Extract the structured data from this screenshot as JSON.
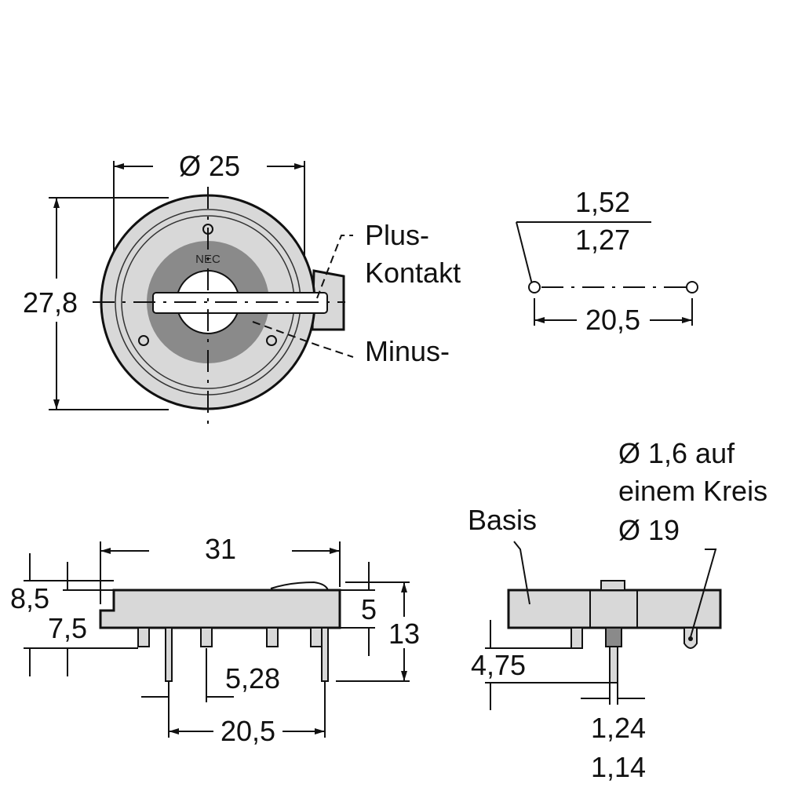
{
  "top_view": {
    "diameter": "Ø 25",
    "height": "27,8",
    "brand": "NEC",
    "plus_label_1": "Plus-",
    "plus_label_2": "Kontakt",
    "minus_label": "Minus-"
  },
  "pin_detail": {
    "tol_upper": "1,52",
    "tol_lower": "1,27",
    "spacing": "20,5"
  },
  "side_view": {
    "width": "31",
    "dim_8_5": "8,5",
    "dim_7_5": "7,5",
    "dim_5": "5",
    "dim_13": "13",
    "dim_5_28": "5,28",
    "pin_spacing": "20,5"
  },
  "end_view": {
    "basis": "Basis",
    "hole_1": "Ø 1,6 auf",
    "hole_2": "einem Kreis",
    "hole_3": "Ø 19",
    "dim_4_75": "4,75",
    "pin_upper": "1,24",
    "pin_lower": "1,14"
  }
}
